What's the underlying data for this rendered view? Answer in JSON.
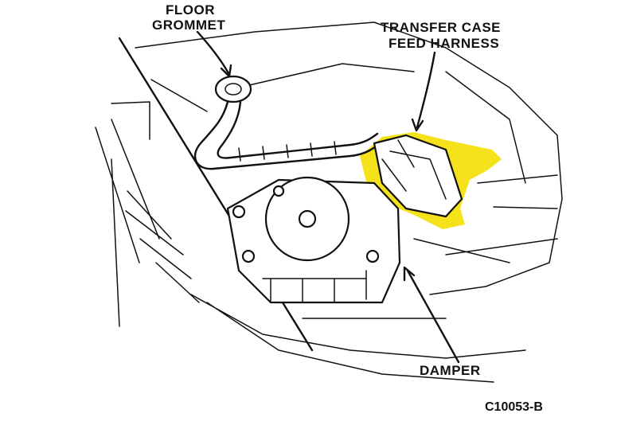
{
  "labels": {
    "floor_grommet_line1": "FLOOR",
    "floor_grommet_line2": "GROMMET",
    "transfer_case_line1": "TRANSFER CASE",
    "transfer_case_line2": "FEED HARNESS",
    "damper": "DAMPER",
    "figure_code": "C10053-B"
  },
  "colors": {
    "ink": "#111111",
    "highlight": "#f5e21a",
    "background": "#ffffff"
  }
}
